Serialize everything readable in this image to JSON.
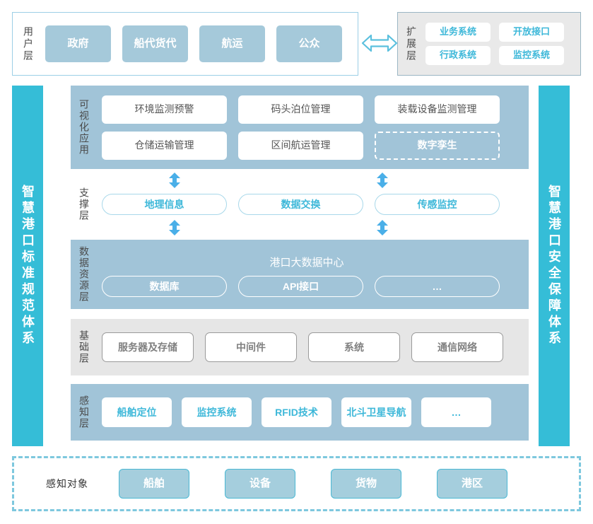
{
  "colors": {
    "teal": "#35bdd7",
    "muted_blue": "#a1c4d8",
    "chip_blue": "#a5c9da",
    "accent_text": "#3eb8d9",
    "gray_band": "#e6e6e6",
    "expansion_band": "#e9e9e9"
  },
  "user_layer": {
    "label": "用户层",
    "items": [
      "政府",
      "船代货代",
      "航运",
      "公众"
    ]
  },
  "connector": {
    "icon": "double-headed-horizontal-arrow"
  },
  "expansion_layer": {
    "label": "扩展层",
    "items": [
      "业务系统",
      "开放接口",
      "行政系统",
      "监控系统"
    ]
  },
  "left_bar": {
    "label": "智慧港口标准规范体系"
  },
  "right_bar": {
    "label": "智慧港口安全保障体系"
  },
  "visualization_layer": {
    "label": "可视化应用",
    "items": [
      {
        "text": "环境监测预警",
        "style": "solid"
      },
      {
        "text": "码头泊位管理",
        "style": "solid"
      },
      {
        "text": "装载设备监测管理",
        "style": "solid"
      },
      {
        "text": "仓储运输管理",
        "style": "solid"
      },
      {
        "text": "区间航运管理",
        "style": "solid"
      },
      {
        "text": "数字孪生",
        "style": "dashed"
      }
    ]
  },
  "support_layer": {
    "label": "支撑层",
    "items": [
      "地理信息",
      "数据交换",
      "传感监控"
    ],
    "arrows": {
      "icon": "double-headed-vertical-arrow",
      "count_top": 2,
      "count_bottom": 2
    }
  },
  "data_layer": {
    "label": "数据资源层",
    "title": "港口大数据中心",
    "items": [
      "数据库",
      "API接口",
      "…"
    ]
  },
  "infrastructure_layer": {
    "label": "基础层",
    "items": [
      "服务器及存储",
      "中间件",
      "系统",
      "通信网络"
    ]
  },
  "perception_layer": {
    "label": "感知层",
    "items": [
      "船舶定位",
      "监控系统",
      "RFID技术",
      "北斗卫星导航",
      "…"
    ]
  },
  "objects_section": {
    "label": "感知对象",
    "items": [
      "船舶",
      "设备",
      "货物",
      "港区"
    ]
  }
}
